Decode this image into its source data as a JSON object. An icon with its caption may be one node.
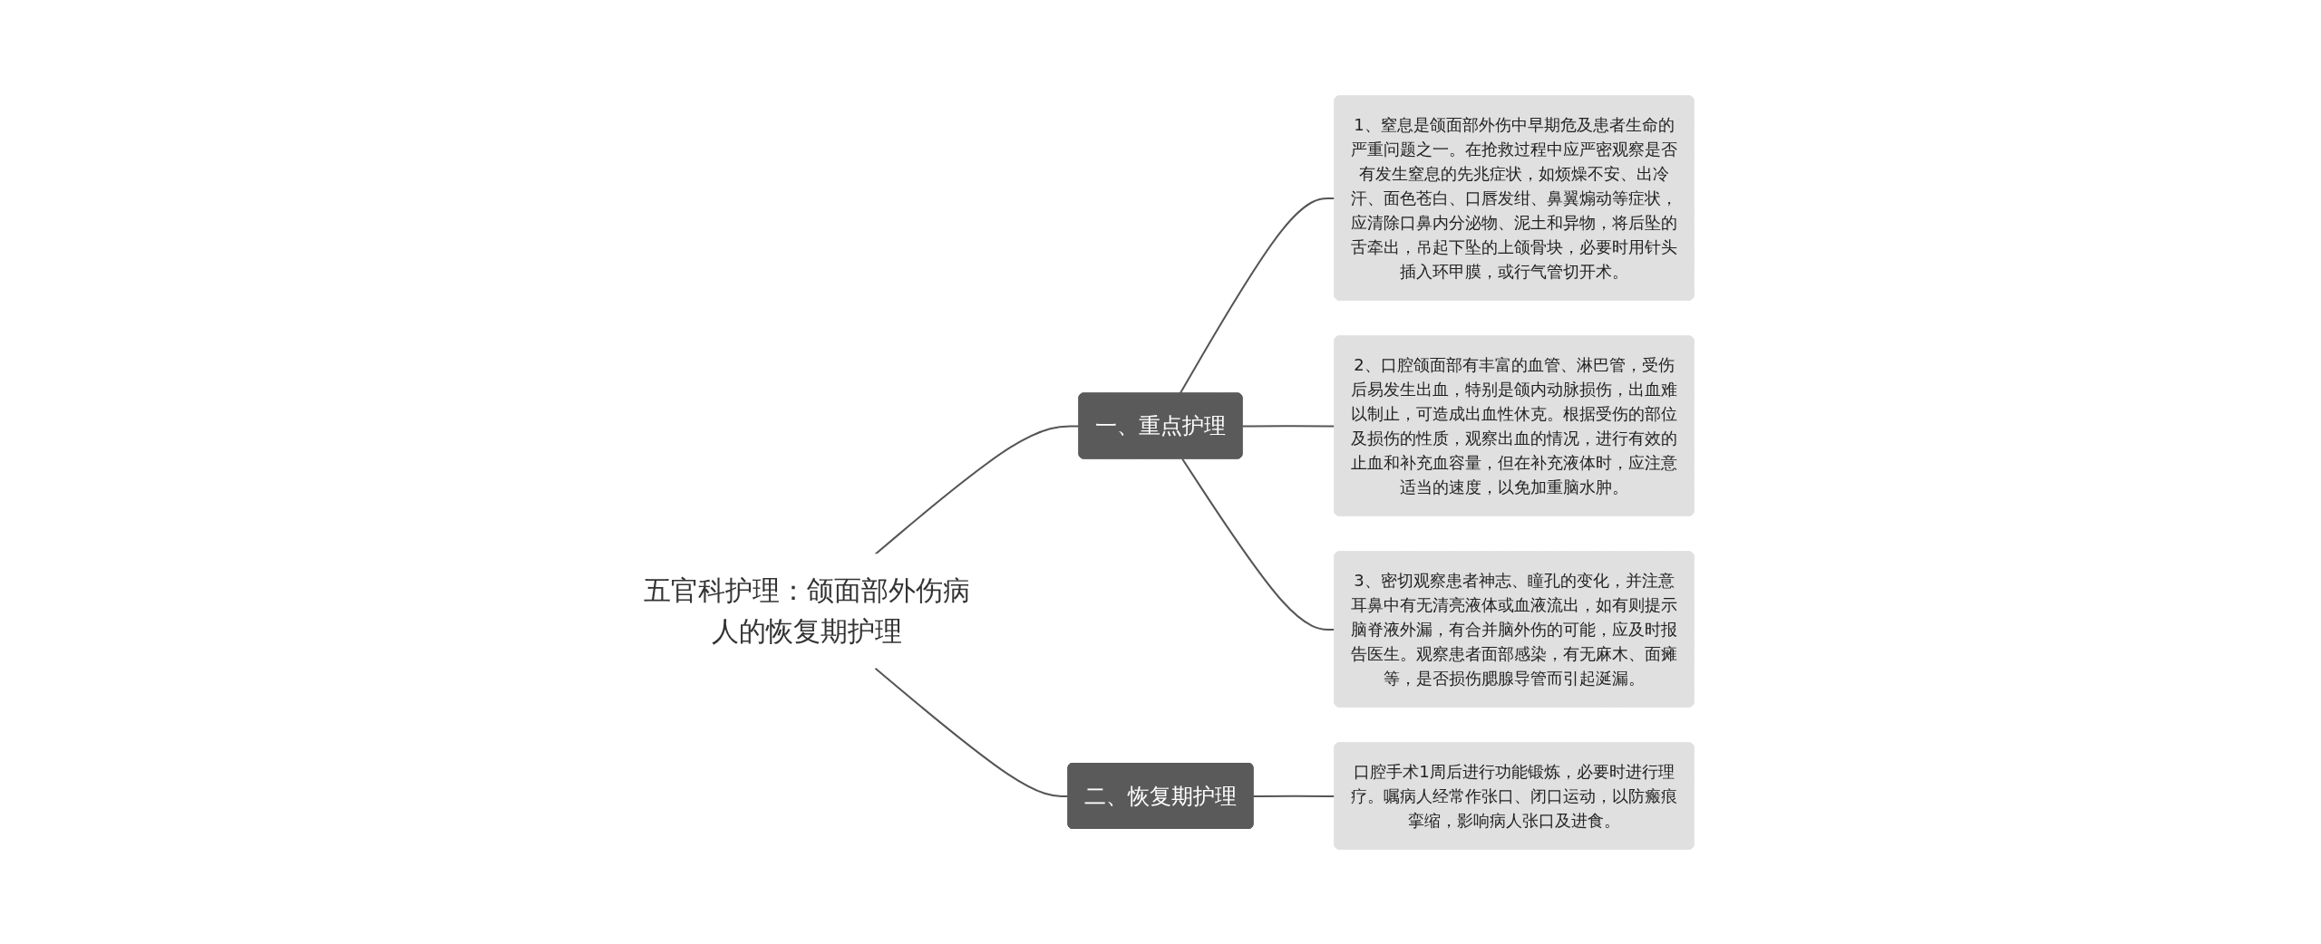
{
  "diagram": {
    "nodes": [
      {
        "text": [
          "五官科护理：颌面部外伤病人的恢复期护理"
        ]
      },
      {
        "text": [
          "一、重点护理"
        ]
      },
      {
        "text": [
          "1、窒息是颌面部外伤中早期危及患者生命的严重问题之一。在抢救过程中应严密观察是否有发生窒息的先兆症状，如烦燥不安、出冷汗、面色苍白、口唇发绀、鼻翼煽动等症状，应清除口鼻内分泌物、泥土和异物，将后坠的舌牵出，吊起下坠的上颌骨块，必要时用针头插入环甲膜，或行气管切开术。"
        ]
      },
      {
        "text": [
          "2、口腔颌面部有丰富的血管、淋巴管，受伤后易发生出血，特别是颌内动脉损伤，出血难以制止，可造成出血性休克。根据受伤的部位及损伤的性质，观察出血的情况，进行有效的止血和补充血容量，但在补充液体时，应注意适当的速度，以免加重脑水肿。"
        ]
      },
      {
        "text": [
          "3、密切观察患者神志、瞳孔的变化，并注意耳鼻中有无清亮液体或血液流出，如有则提示脑脊液外漏，有合并脑外伤的可能，应及时报告医生。观察患者面部感染，有无麻木、面瘫等，是否损伤腮腺导管而引起涎漏。"
        ]
      },
      {
        "text": [
          "二、恢复期护理"
        ]
      },
      {
        "text": [
          "口腔手术1周后进行功能锻炼，必要时进行理疗。嘱病人经常作张口、闭口运动，以防瘢痕挛缩，影响病人张口及进食。"
        ]
      }
    ],
    "edges": [
      {
        "from": 0,
        "to": 1,
        "arrow": "none"
      },
      {
        "from": 1,
        "to": 2,
        "arrow": "none"
      },
      {
        "from": 1,
        "to": 3,
        "arrow": "none"
      },
      {
        "from": 1,
        "to": 4,
        "arrow": "none"
      },
      {
        "from": 0,
        "to": 5,
        "arrow": "none"
      },
      {
        "from": 5,
        "to": 6,
        "arrow": "none"
      }
    ]
  }
}
